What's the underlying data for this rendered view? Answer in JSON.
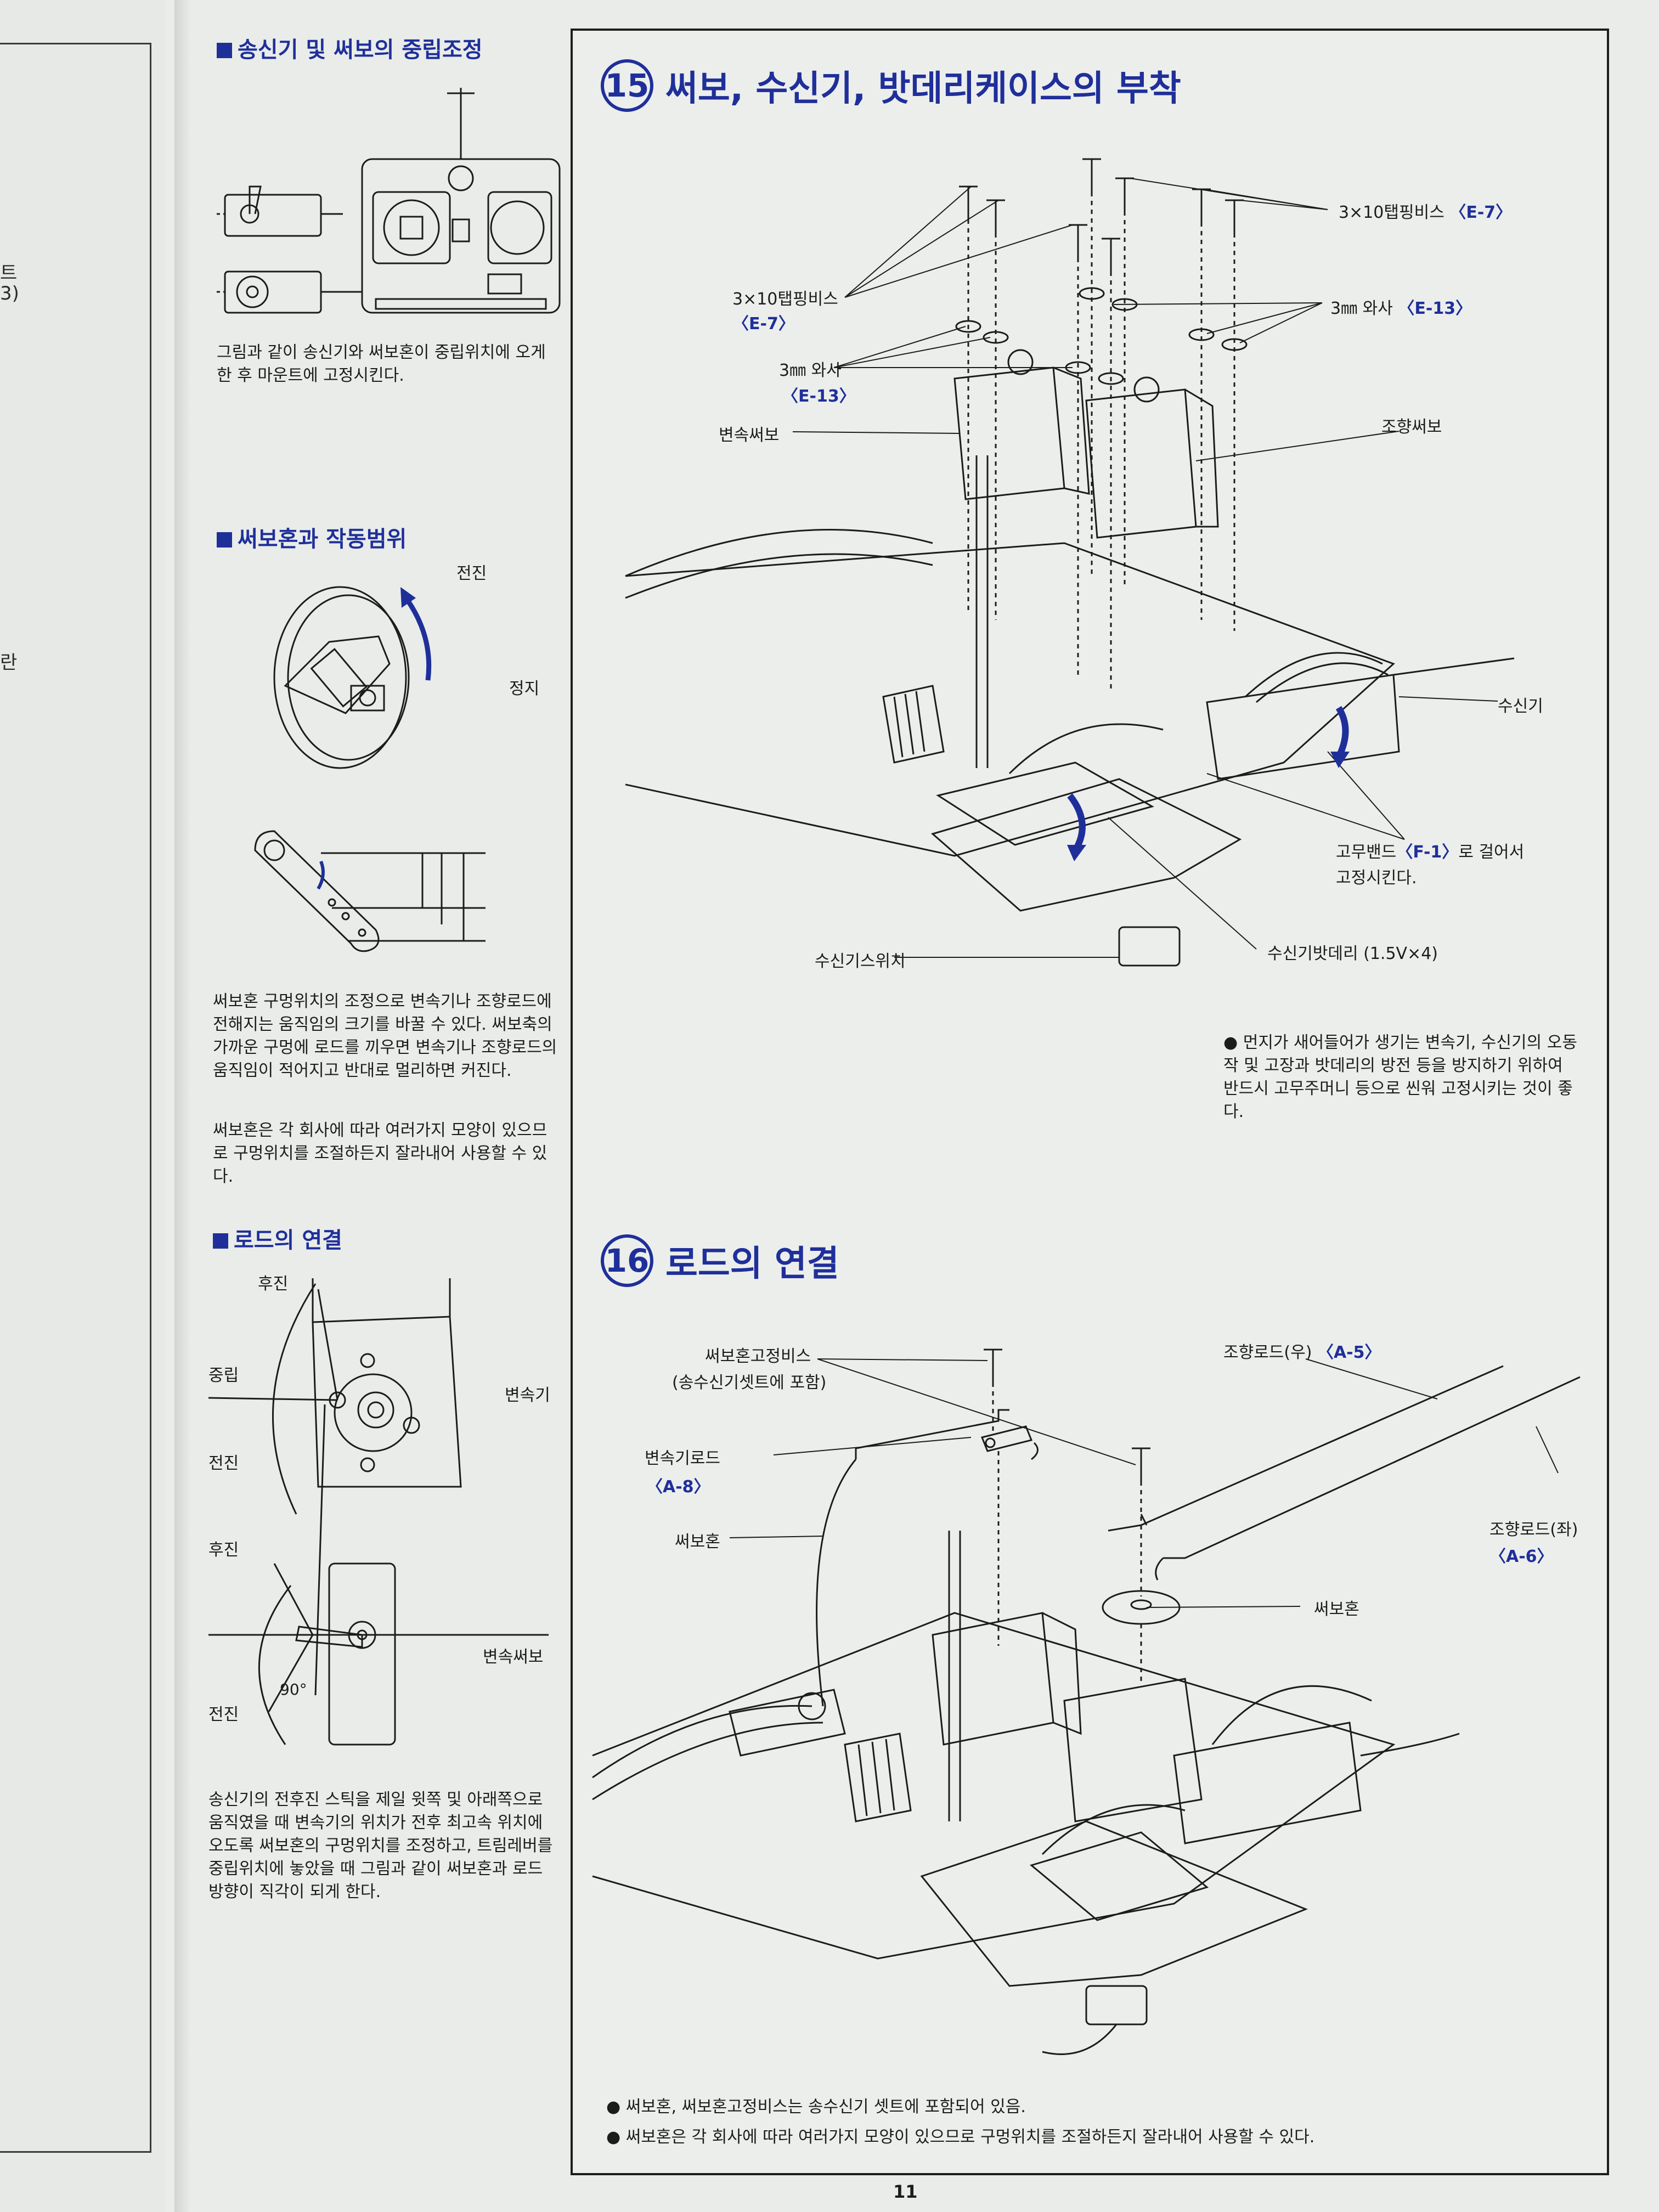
{
  "prev_page": {
    "scraps": [
      "트",
      "3)",
      "란"
    ]
  },
  "left_column": {
    "section1": {
      "title": "송신기 및 써보의 중립조정",
      "text": "그림과 같이 송신기와 써보혼이 중립위치에 오게 한 후 마운트에 고정시킨다."
    },
    "section2": {
      "title": "써보혼과 작동범위",
      "label_forward": "전진",
      "label_stop": "정지",
      "text": "써보혼 구멍위치의 조정으로 변속기나 조향로드에 전해지는 움직임의 크기를 바꿀 수 있다. 써보축의 가까운 구멍에 로드를 끼우면 변속기나 조향로드의 움직임이 적어지고 반대로 멀리하면 커진다.",
      "text2": "써보혼은 각 회사에 따라 여러가지 모양이 있으므로 구멍위치를 조절하든지 잘라내어 사용할 수 있다."
    },
    "section3": {
      "title": "로드의 연결",
      "labels": {
        "reverse_top": "후진",
        "neutral": "중립",
        "forward_top": "전진",
        "transmission": "변속기",
        "reverse_bottom": "후진",
        "shift_servo": "변속써보",
        "angle": "90°",
        "forward_bottom": "전진"
      },
      "text": "송신기의 전후진 스틱을 제일 윗쪽 및 아래쪽으로 움직였을 때 변속기의 위치가 전후 최고속 위치에 오도록 써보혼의 구멍위치를 조정하고, 트림레버를 중립위치에 놓았을 때 그림과 같이 써보혼과 로드방향이 직각이 되게 한다."
    }
  },
  "step15": {
    "number": "15",
    "title": "써보, 수신기, 밧데리케이스의 부착",
    "labels": {
      "screw_right": "3×10탭핑비스",
      "screw_right_code": "〈E-7〉",
      "screw_left": "3×10탭핑비스",
      "screw_left_code": "〈E-7〉",
      "washer_right": "3㎜ 와사",
      "washer_right_code": "〈E-13〉",
      "washer_left": "3㎜ 와사",
      "washer_left_code": "〈E-13〉",
      "shift_servo": "변속써보",
      "steering_servo": "조향써보",
      "receiver": "수신기",
      "rubber_band": "고무밴드",
      "rubber_band_code": "〈F-1〉",
      "rubber_band_tail": "로 걸어서",
      "rubber_band_line2": "고정시킨다.",
      "switch": "수신기스위치",
      "battery": "수신기밧데리 (1.5V×4)"
    },
    "note": "먼지가 새어들어가 생기는 변속기, 수신기의 오동작 및 고장과 밧데리의 방전 등을 방지하기 위하여 반드시 고무주머니 등으로 씬워 고정시키는 것이 좋다."
  },
  "step16": {
    "number": "16",
    "title": "로드의 연결",
    "labels": {
      "horn_screw": "써보혼고정비스",
      "horn_screw_note": "(송수신기셋트에 포함)",
      "steer_rod_right": "조향로드(우)",
      "steer_rod_right_code": "〈A-5〉",
      "shift_rod": "변속기로드",
      "shift_rod_code": "〈A-8〉",
      "servo_horn_left": "써보혼",
      "steer_rod_left": "조향로드(좌)",
      "steer_rod_left_code": "〈A-6〉",
      "servo_horn_right": "써보혼"
    },
    "notes": [
      "써보혼, 써보혼고정비스는 송수신기 셋트에 포함되어 있음.",
      "써보혼은 각 회사에 따라 여러가지 모양이 있으므로 구멍위치를 조절하든지 잘라내어 사용할 수 있다."
    ]
  },
  "page_number": "11"
}
